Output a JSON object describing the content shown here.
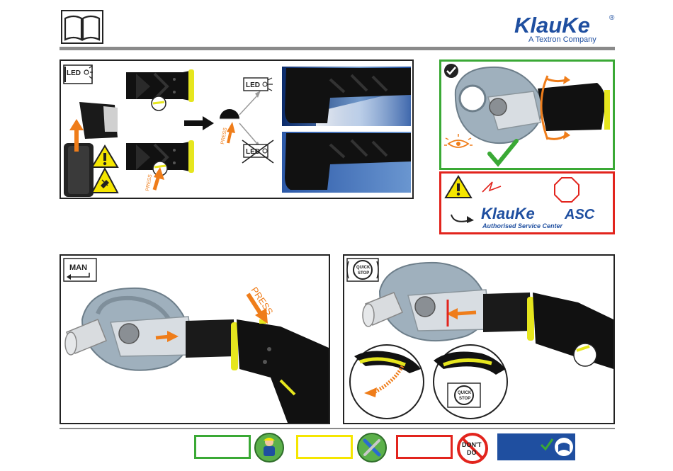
{
  "header": {
    "brand": "KlauKe",
    "brand_mark": "®",
    "tagline": "A Textron Company",
    "manual_icon": "open-book-icon"
  },
  "led_panel": {
    "badge": "LED",
    "press_label_1": "PRESS",
    "press_label_2": "PRESS",
    "led_on_label": "LED",
    "led_off_label": "LED"
  },
  "check_panel": {
    "border_color": "#3aa935"
  },
  "service_panel": {
    "border_color": "#e2241d",
    "brand": "KlauKe",
    "asc": "ASC",
    "asc_subtitle": "Authorised Service Center"
  },
  "man_panel": {
    "badge": "MAN",
    "press_label": "PRESS"
  },
  "quickstop_panel": {
    "badge_line1": "QUICK",
    "badge_line2": "STOP",
    "inset_line1": "QUICK",
    "inset_line2": "STOP"
  },
  "footer": {
    "legend": [
      {
        "color": "#3aa935",
        "icon": "worker-icon"
      },
      {
        "color": "#f5e600",
        "icon": "wrench-screwdriver-icon"
      },
      {
        "color": "#e2241d",
        "icon": "dont-do-icon",
        "icon_text_1": "DON'T",
        "icon_text_2": "DO"
      },
      {
        "color": "#1f4fa0",
        "icon": "checked-manual-icon"
      }
    ]
  },
  "colors": {
    "accent_orange": "#ef7d1a",
    "tool_yellow": "#e6e61e",
    "klauke_blue": "#1f4fa0",
    "rule_gray": "#8a8a8a"
  }
}
